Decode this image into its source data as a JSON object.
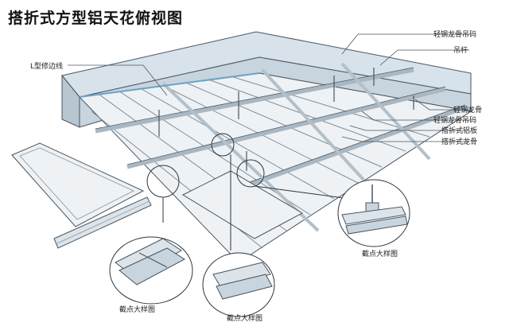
{
  "title": "搭折式方型铝天花俯视图",
  "labels": {
    "l_edge_trim": "L型修边线",
    "light_hanger": "轻钢龙骨吊码",
    "rod": "吊杆",
    "light_keel": "轻钢龙骨",
    "light_hanger2": "轻钢龙骨吊码",
    "clip_panel": "搭折式铝板",
    "clip_keel": "搭折式龙骨"
  },
  "detail_captions": {
    "detail_1": "截点大样图",
    "detail_2": "截点大样图",
    "detail_3": "截点大样图"
  },
  "watermark": "",
  "colors": {
    "wall": "#c8d4de",
    "wall_top": "#d8e2ea",
    "panel": "#eef2f5",
    "keel": "#a9b7c2",
    "line": "#4a5560",
    "accent": "#6aa3c8"
  }
}
